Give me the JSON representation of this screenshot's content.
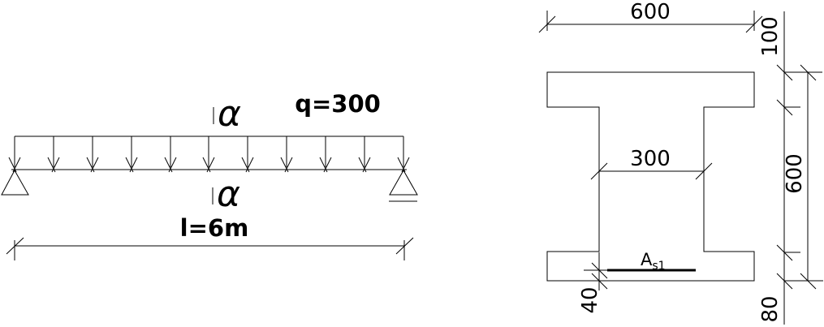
{
  "beam_diagram": {
    "load_label": "q=300",
    "span_label": "l=6m",
    "section_mark_top": "α",
    "section_mark_bottom": "α"
  },
  "cross_section": {
    "top_flange_width": "600",
    "flange_height": "100",
    "web_width": "300",
    "section_height": "600",
    "bottom_flange_height": "80",
    "rebar_cover": "40",
    "rebar_label_main": "A",
    "rebar_label_sub": "s1"
  },
  "colors": {
    "line": "#000000",
    "background": "#ffffff"
  }
}
